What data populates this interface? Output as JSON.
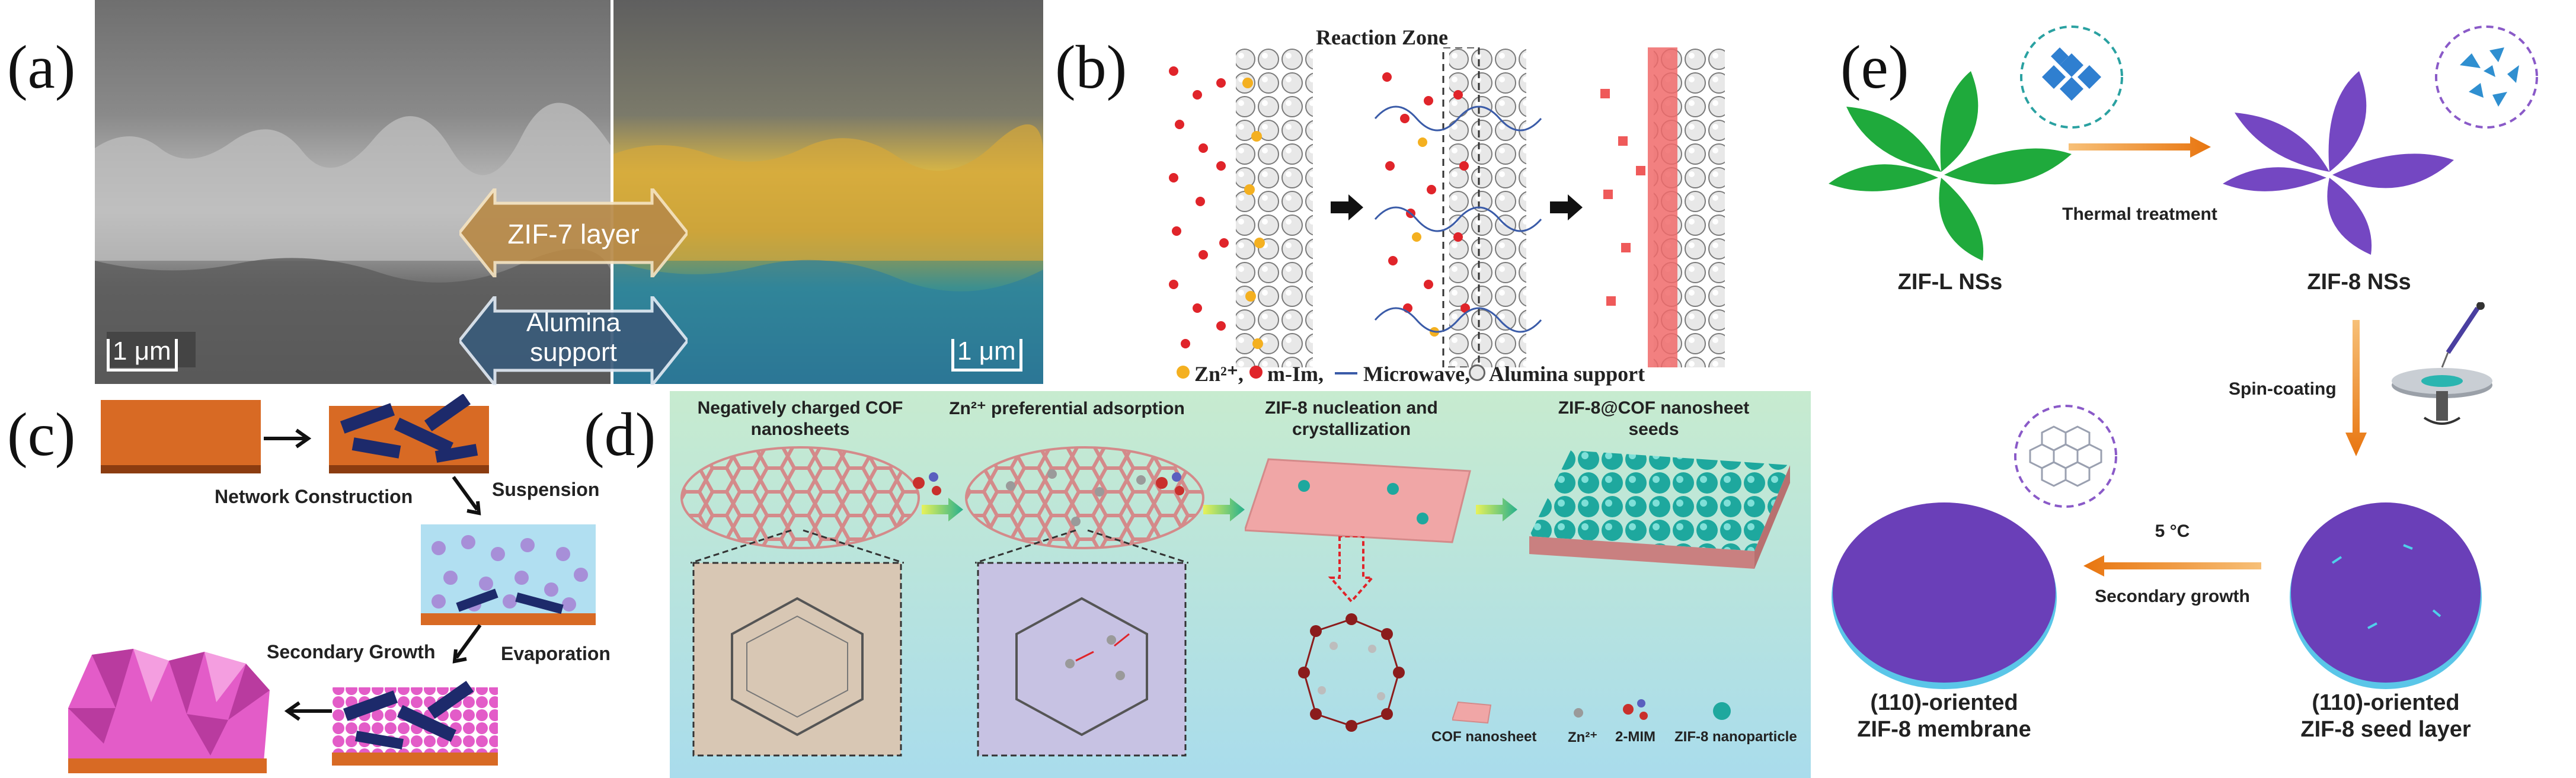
{
  "panels": {
    "a": {
      "label": "(a)",
      "layer_label": "ZIF-7 layer",
      "support_label_line1": "Alumina",
      "support_label_line2": "support",
      "scalebar_left": "1 μm",
      "scalebar_right": "1 μm"
    },
    "b": {
      "label": "(b)",
      "reaction_zone": "Reaction Zone",
      "legend": {
        "zn": "Zn²⁺,",
        "mim": "m-Im,",
        "microwave": "Microwave,",
        "alumina": "Alumina support"
      }
    },
    "c": {
      "label": "(c)",
      "network_construction": "Network Construction",
      "suspension": "Suspension",
      "evaporation": "Evaporation",
      "secondary_growth": "Secondary Growth"
    },
    "d": {
      "label": "(d)",
      "step1_line1": "Negatively charged COF",
      "step1_line2": "nanosheets",
      "step2": "Zn²⁺ preferential adsorption",
      "step3_line1": "ZIF-8 nucleation and",
      "step3_line2": "crystallization",
      "step4_line1": "ZIF-8@COF nanosheet",
      "step4_line2": "seeds",
      "legend": {
        "cof": "COF nanosheet",
        "zn": "Zn²⁺",
        "mim": "2-MIM",
        "zif8": "ZIF-8 nanoparticle"
      }
    },
    "e": {
      "label": "(e)",
      "zifl": "ZIF-L  NSs",
      "thermal": "Thermal treatment",
      "zif8ns": "ZIF-8 NSs",
      "spin": "Spin-coating",
      "temp": "5 °C",
      "secondary": "Secondary growth",
      "membrane_line1": "(110)-oriented",
      "membrane_line2": "ZIF-8 membrane",
      "seed_line1": "(110)-oriented",
      "seed_line2": "ZIF-8 seed layer"
    }
  },
  "colors": {
    "cof_pink": "#e8a3a3",
    "zif8_teal": "#1ea89e",
    "membrane_purple": "#6a3fb8",
    "leaf_green": "#1faa3c",
    "arrow_orange": "#f08a1c",
    "substrate_orange": "#d86a24",
    "crystal_pink": "#e35cc8"
  }
}
